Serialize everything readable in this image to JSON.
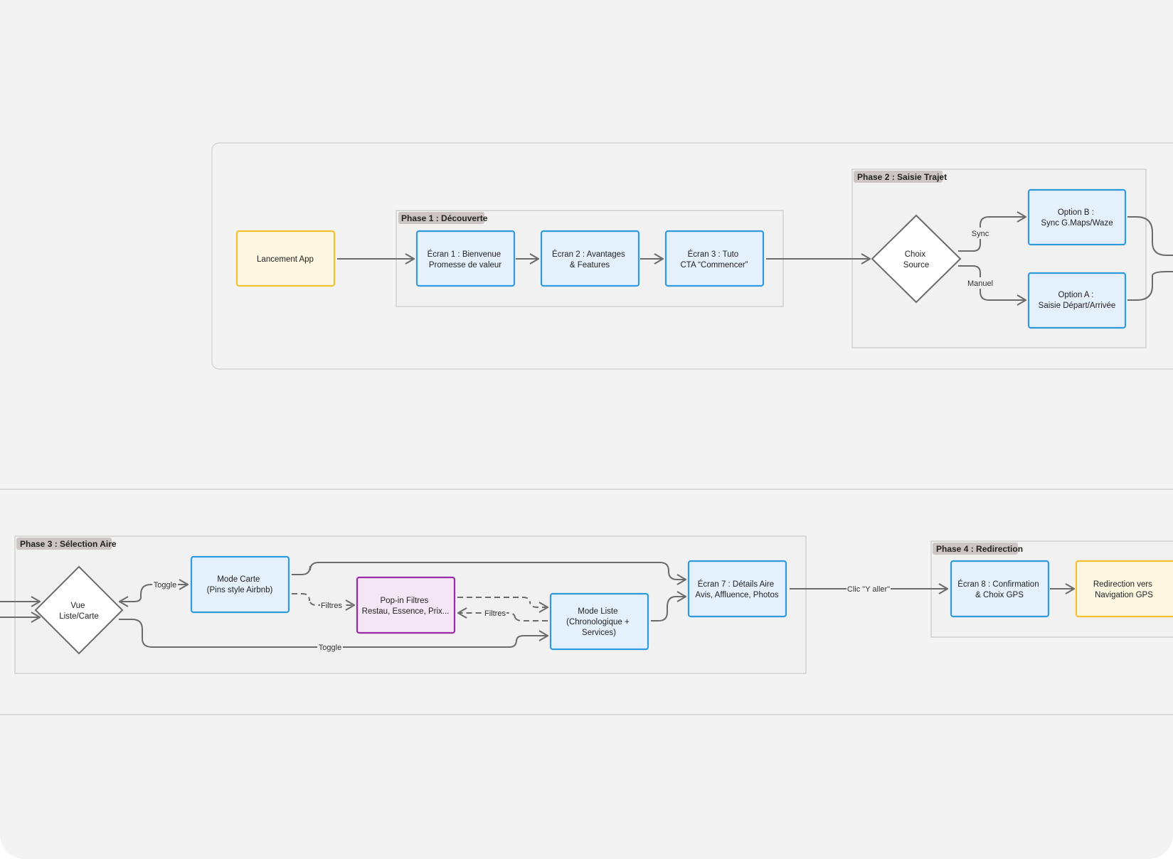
{
  "phases": {
    "phase1": "Phase 1 : Découverte",
    "phase2": "Phase 2 : Saisie Trajet",
    "phase3": "Phase 3 : Sélection Aire",
    "phase4": "Phase 4 : Redirection"
  },
  "nodes": {
    "launch": [
      "Lancement App"
    ],
    "ecran1": [
      "Écran 1 : Bienvenue",
      "Promesse de valeur"
    ],
    "ecran2": [
      "Écran 2 : Avantages",
      "& Features"
    ],
    "ecran3": [
      "Écran 3 : Tuto",
      "CTA “Commencer”"
    ],
    "choix_source": [
      "Choix",
      "Source"
    ],
    "option_b": [
      "Option B :",
      "Sync G.Maps/Waze"
    ],
    "option_a": [
      "Option A :",
      "Saisie Départ/Arrivée"
    ],
    "vue": [
      "Vue",
      "Liste/Carte"
    ],
    "mode_carte": [
      "Mode Carte",
      "(Pins style Airbnb)"
    ],
    "popin": [
      "Pop-in Filtres",
      "Restau, Essence, Prix..."
    ],
    "mode_liste": [
      "Mode Liste",
      "(Chronologique +",
      "Services)"
    ],
    "ecran7": [
      "Écran 7 : Détails Aire",
      "Avis, Affluence, Photos"
    ],
    "ecran8": [
      "Écran 8 : Confirmation",
      "& Choix GPS"
    ],
    "redirection": [
      "Redirection vers",
      "Navigation GPS"
    ]
  },
  "edge_labels": {
    "sync": "Sync",
    "manuel": "Manuel",
    "toggle_top": "Toggle",
    "toggle_bottom": "Toggle",
    "filtres_out": "Filtres",
    "filtres_back": "Filtres",
    "clic_y_aller": "Clic \"Y aller\""
  },
  "colors": {
    "screen_fill": "#e4f0fb",
    "screen_stroke": "#2f9ae0",
    "terminal_fill": "#fdf6e1",
    "terminal_stroke": "#f1c232",
    "popin_fill": "#f4e6f4",
    "popin_stroke": "#9b2aa8",
    "connector": "#6b6b6b",
    "canvas": "#f3f3f3"
  }
}
